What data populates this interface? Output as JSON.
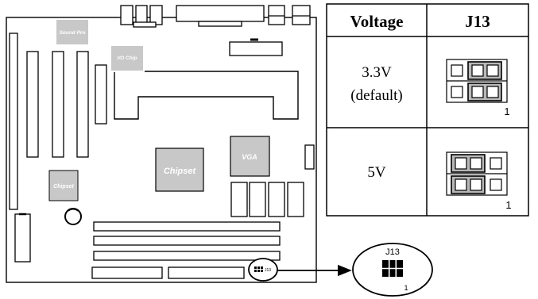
{
  "board": {
    "chips": {
      "sound": "Sound Pro",
      "io": "I/O Chip",
      "chipset_main": "Chipset",
      "chipset_small": "Chipset",
      "vga": "VGA"
    },
    "jumper_small_label": "J13"
  },
  "callout": {
    "label": "J13",
    "pin_label": "1"
  },
  "table": {
    "headers": [
      "Voltage",
      "J13"
    ],
    "rows": [
      {
        "voltage_line1": "3.3V",
        "voltage_line2": "(default)",
        "pin_label": "1"
      },
      {
        "voltage_line1": "5V",
        "voltage_line2": "",
        "pin_label": "1"
      }
    ]
  },
  "colors": {
    "line": "#000000",
    "chip_fill": "#c8c8c8",
    "chip_text": "#ffffff",
    "jumper_cap": "#b8b8b8"
  }
}
